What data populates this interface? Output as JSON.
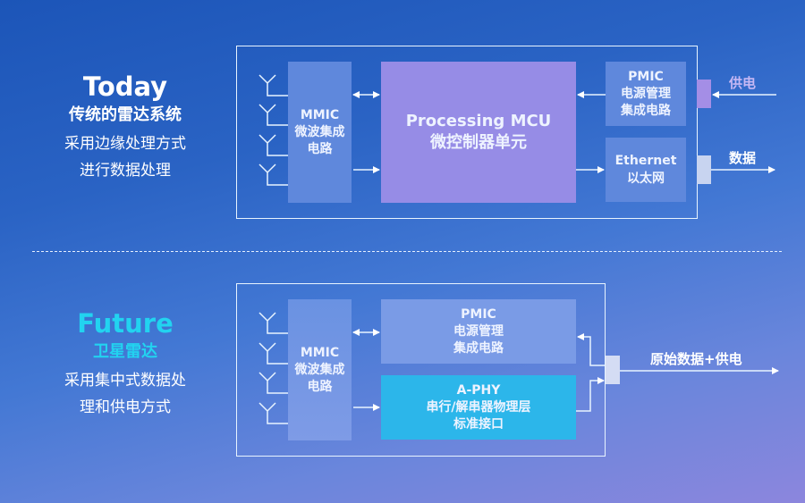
{
  "today": {
    "title": "Today",
    "subtitle": "传统的雷达系统",
    "desc_line1": "采用边缘处理方式",
    "desc_line2": "进行数据处理",
    "blocks": {
      "mmic": [
        "MMIC",
        "微波集成",
        "电路"
      ],
      "mcu": [
        "Processing MCU",
        "微控制器单元"
      ],
      "pmic": [
        "PMIC",
        "电源管理",
        "集成电路"
      ],
      "ethernet": [
        "Ethernet",
        "以太网"
      ]
    },
    "power_label": "供电",
    "data_label": "数据"
  },
  "future": {
    "title": "Future",
    "subtitle": "卫星雷达",
    "desc_line1": "采用集中式数据处",
    "desc_line2": "理和供电方式",
    "blocks": {
      "mmic": [
        "MMIC",
        "微波集成",
        "电路"
      ],
      "pmic": [
        "PMIC",
        "电源管理",
        "集成电路"
      ],
      "aphy": [
        "A-PHY",
        "串行/解串器物理层",
        "标准接口"
      ]
    },
    "link_label": "原始数据+供电"
  },
  "colors": {
    "future_title": "#22d3f0",
    "mcu_block": "#9a8ee8",
    "mmic_block": "#6b90e0",
    "aphy_block": "#2cb6ea",
    "power_port": "#a48ee6",
    "data_port": "#c8d4f0"
  }
}
